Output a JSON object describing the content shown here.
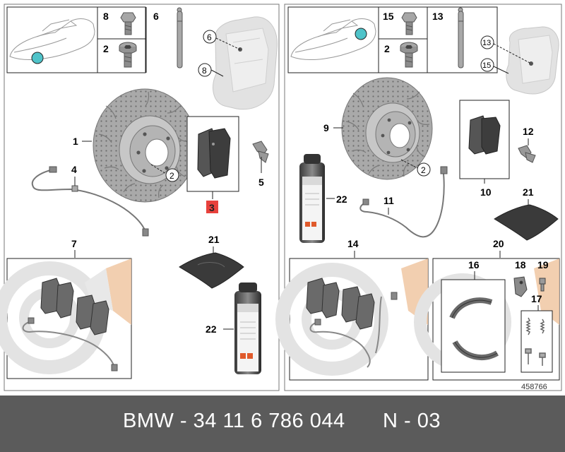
{
  "diagram": {
    "left_panel": {
      "labels": {
        "screw_8": "8",
        "pin_6": "6",
        "screw_2": "2",
        "caliper_6": "6",
        "caliper_8": "8",
        "disc_1": "1",
        "disc_2": "2",
        "pads_3": "3",
        "sensor_4": "4",
        "clip_5": "5",
        "kit_7": "7",
        "paste_21": "21",
        "spray_22": "22"
      }
    },
    "right_panel": {
      "labels": {
        "screw_15": "15",
        "pin_13": "13",
        "screw_2": "2",
        "caliper_13": "13",
        "caliper_15": "15",
        "disc_9": "9",
        "disc_2": "2",
        "pads_10": "10",
        "clip_12": "12",
        "spray_22": "22",
        "sensor_11": "11",
        "paste_21": "21",
        "kit_14": "14",
        "kit_20": "20",
        "shoes_16": "16",
        "part_18": "18",
        "part_19": "19",
        "springs_17": "17"
      },
      "diagram_number": "458766"
    },
    "highlight_color": "#e8413c",
    "marker_color": "#4fc3c9",
    "accent_color": "#f0c7a2"
  },
  "footer": {
    "part_number": "BMW - 34 11 6 786 044",
    "revision": "N - 03"
  }
}
